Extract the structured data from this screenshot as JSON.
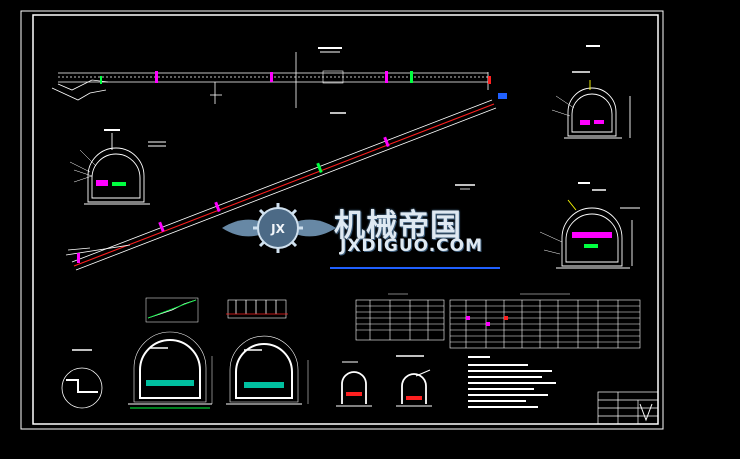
{
  "drawing": {
    "background": "#000000",
    "line_color": "#ffffff",
    "accent_magenta": "#ff00ff",
    "accent_green": "#00ff40",
    "accent_yellow": "#ffff00",
    "accent_red": "#ff2020",
    "accent_blue": "#2060ff"
  },
  "watermark": {
    "title": "机械帝国",
    "subtitle": "JXDIGUO.COM",
    "badge": "JX",
    "icon": "gear-wings-logo"
  }
}
